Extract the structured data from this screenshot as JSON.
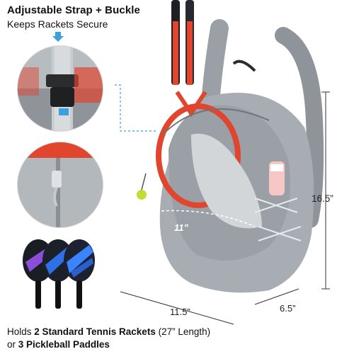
{
  "header": {
    "title": "Adjustable Strap + Buckle",
    "subtitle": "Keeps Rackets Secure"
  },
  "dimensions": {
    "height": "16.5”",
    "width": "11.5”",
    "depth": "6.5”",
    "inner_width": "11”"
  },
  "footer": {
    "line1_prefix": "Holds ",
    "line1_bold": "2 Standard Tennis Rackets",
    "line1_suffix": " (27” Length)",
    "line2_prefix": "or ",
    "line2_bold": "3 Pickleball Paddles"
  },
  "colors": {
    "bag_gray": "#a7adb3",
    "bag_dark": "#7f868d",
    "racket_red": "#e0452d",
    "accent_blue": "#3aa0e0",
    "paddle_blue": "#2f6fe8"
  }
}
